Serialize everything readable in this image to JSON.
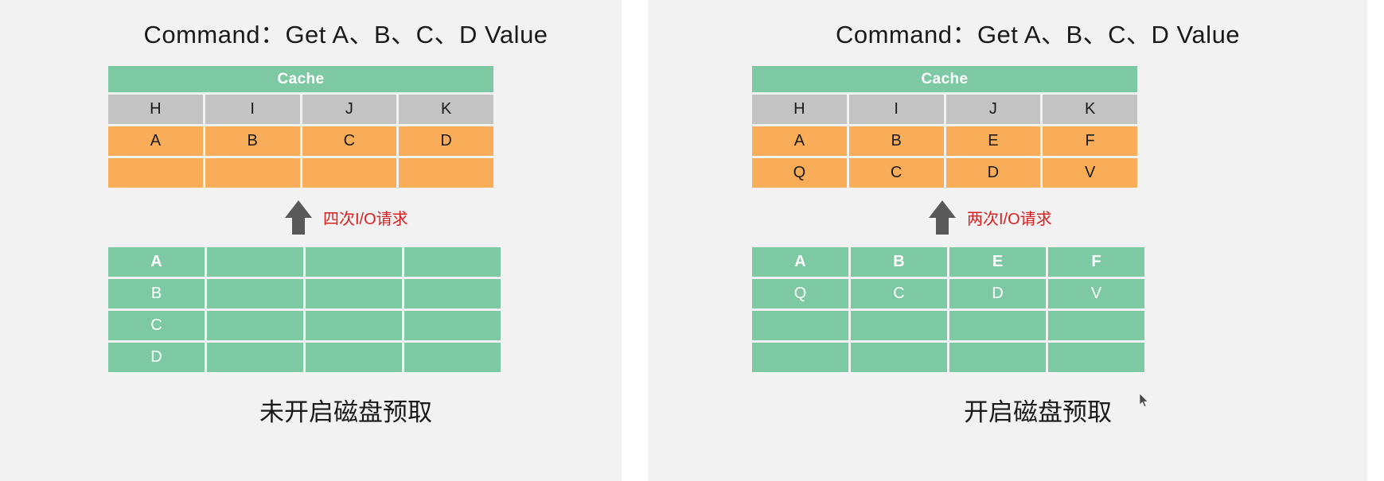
{
  "theme": {
    "background": "#f2f2f2",
    "cache_header_green": "#7dc9a4",
    "key_row_grey": "#c3c3c3",
    "cache_orange": "#f9ad58",
    "disk_green": "#7dc9a4",
    "note_red": "#d91f1f",
    "arrow_grey": "#595959",
    "text_dark": "#1a1a1a"
  },
  "panels": [
    {
      "id": "left",
      "title": "Command：Get A、B、C、D Value",
      "cache": {
        "header": "Cache",
        "key_row": [
          "H",
          "I",
          "J",
          "K"
        ],
        "value_rows": [
          [
            "A",
            "B",
            "C",
            "D"
          ],
          [
            "",
            "",
            "",
            ""
          ]
        ]
      },
      "io_note": "四次I/O请求",
      "disk": {
        "rows": [
          [
            "A",
            "",
            "",
            ""
          ],
          [
            "B",
            "",
            "",
            ""
          ],
          [
            "C",
            "",
            "",
            ""
          ],
          [
            "D",
            "",
            "",
            ""
          ]
        ],
        "bold_rows": [
          0
        ]
      },
      "caption": "未开启磁盘预取"
    },
    {
      "id": "right",
      "title": "Command：Get A、B、C、D Value",
      "cache": {
        "header": "Cache",
        "key_row": [
          "H",
          "I",
          "J",
          "K"
        ],
        "value_rows": [
          [
            "A",
            "B",
            "E",
            "F"
          ],
          [
            "Q",
            "C",
            "D",
            "V"
          ]
        ]
      },
      "io_note": "两次I/O请求",
      "disk": {
        "rows": [
          [
            "A",
            "B",
            "E",
            "F"
          ],
          [
            "Q",
            "C",
            "D",
            "V"
          ],
          [
            "",
            "",
            "",
            ""
          ],
          [
            "",
            "",
            "",
            ""
          ]
        ],
        "bold_rows": [
          0
        ]
      },
      "caption": "开启磁盘预取"
    }
  ]
}
